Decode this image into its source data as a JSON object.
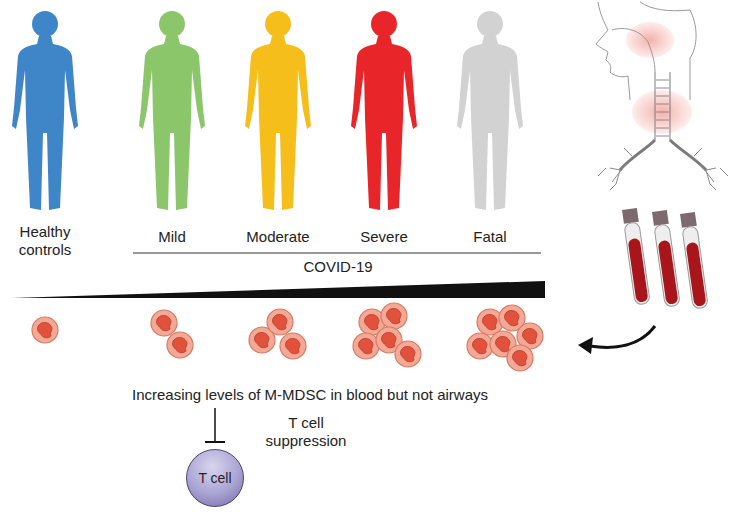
{
  "diagram": {
    "nodes": [
      {
        "text": [
          "T cell"
        ]
      }
    ],
    "labels": [
      "Healthy controls",
      "Mild",
      "Moderate",
      "Severe",
      "Fatal",
      "COVID-19",
      "Increasing levels of M-MDSC in blood but not airways",
      "T cell suppression"
    ]
  }
}
